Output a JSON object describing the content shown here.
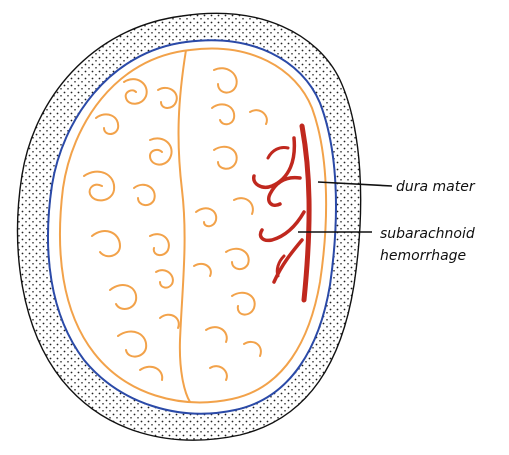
{
  "labels": {
    "dura_mater": "dura mater",
    "subarachnoid_line1": "subarachnoid",
    "subarachnoid_line2": "hemorrhage"
  },
  "colors": {
    "skull_outline": "#111111",
    "skull_fill": "#f4f4f4",
    "skull_dots": "#222222",
    "dura_line": "#2b4aa8",
    "gyri": "#f2a24a",
    "hemorrhage": "#c0281e",
    "background": "#ffffff"
  }
}
